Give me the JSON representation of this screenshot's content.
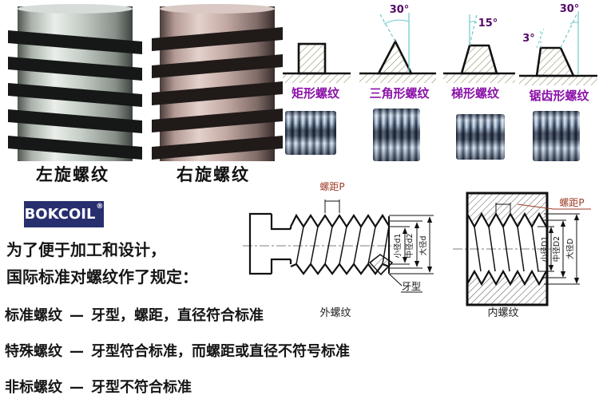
{
  "colors": {
    "profile_label_purple": "#8b12a8",
    "angle_purple": "#55086a",
    "pitch_label_red": "#9e3a24",
    "logo_navy": "#272f6e",
    "construction_cyan": "#6ec9c9"
  },
  "screws": {
    "left_label": "左旋螺纹",
    "right_label": "右旋螺纹"
  },
  "profiles": {
    "items": [
      {
        "label": "矩形螺纹"
      },
      {
        "label": "三角形螺纹",
        "angle": "30°"
      },
      {
        "label": "梯形螺纹",
        "angle": "15°"
      },
      {
        "label": "锯齿形螺纹",
        "angle_top": "30°",
        "angle_side": "3°"
      }
    ]
  },
  "logo": {
    "text": "BOKCOIL",
    "reg": "®"
  },
  "intro": {
    "line1": "为了便于加工和设计，",
    "line2": "国际标准对螺纹作了规定："
  },
  "external_drawing": {
    "pitch_label": "螺距P",
    "dim_minor": "小径d1",
    "dim_pitch": "中径d2",
    "dim_major": "大径d",
    "tooth_label": "牙型",
    "caption": "外螺纹"
  },
  "internal_drawing": {
    "pitch_label": "螺距P",
    "dim_minor": "小径D1",
    "dim_pitch": "中径D2",
    "dim_major": "大径D",
    "caption": "内螺纹"
  },
  "classification": {
    "rows": [
      {
        "term": "标准螺纹",
        "dash": "—",
        "desc": "牙型，螺距，直径符合标准"
      },
      {
        "term": "特殊螺纹",
        "dash": "—",
        "desc": "牙型符合标准，而螺距或直径不符号标准"
      },
      {
        "term": "非标螺纹",
        "dash": "—",
        "desc": "牙型不符合标准"
      }
    ]
  }
}
